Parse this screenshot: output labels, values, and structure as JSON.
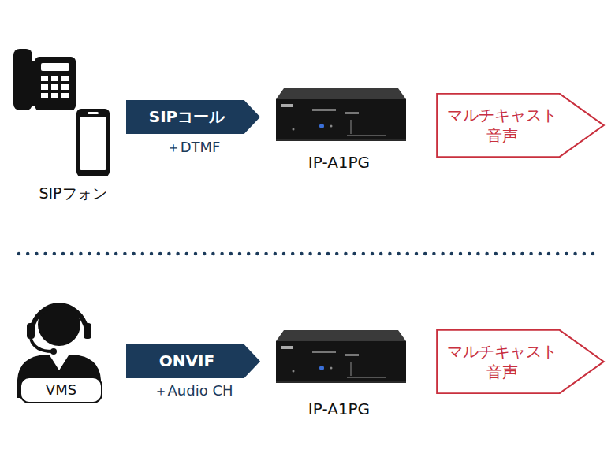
{
  "diagram": {
    "nodes": [
      {
        "text": [
          "SIPフォン"
        ]
      },
      {
        "text": [
          "SIPコール"
        ]
      },
      {
        "text": [
          "IP-A1PG"
        ]
      },
      {
        "text": [
          "マルチキャスト 音声"
        ]
      },
      {
        "text": [
          "VMS"
        ]
      },
      {
        "text": [
          "ONVIF"
        ]
      },
      {
        "text": [
          "IP-A1PG"
        ]
      },
      {
        "text": [
          "マルチキャスト 音声"
        ]
      }
    ],
    "labels": [
      "＋DTMF",
      "＋Audio CH"
    ]
  }
}
